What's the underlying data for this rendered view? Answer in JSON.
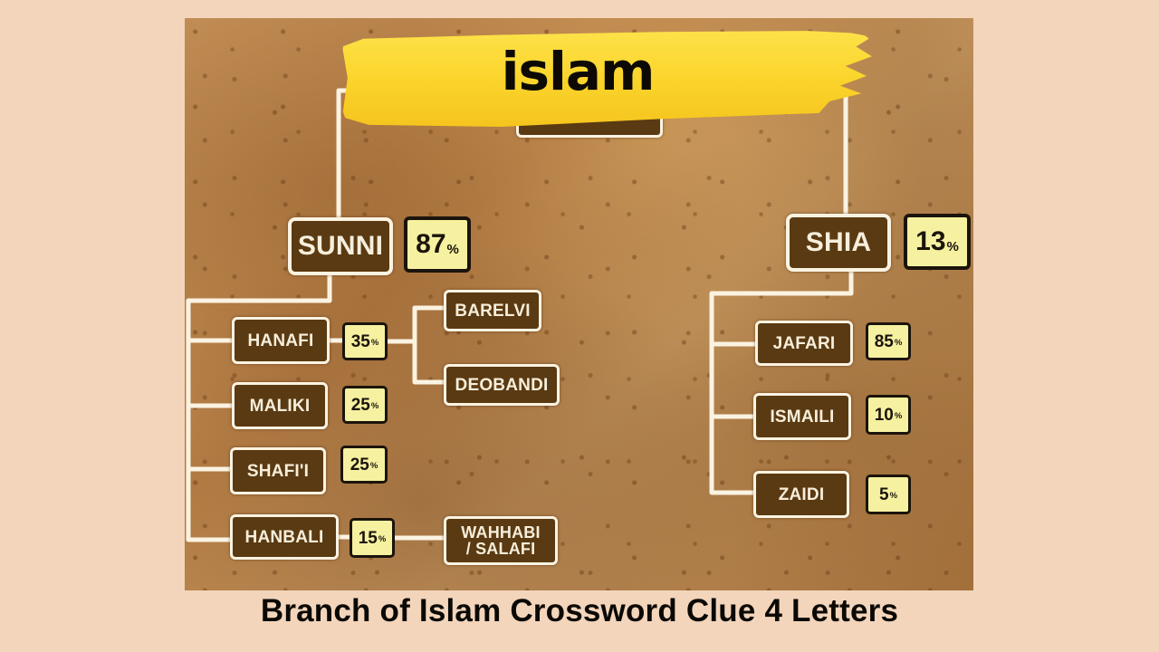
{
  "banner": {
    "title": "islam",
    "color": "#fbd52c"
  },
  "caption": {
    "text": "Branch of Islam Crossword Clue 4 Letters"
  },
  "diagram": {
    "root": {
      "label": ""
    },
    "branches": [
      {
        "name": "SUNNI",
        "percent": "87",
        "children": [
          {
            "name": "HANAFI",
            "percent": "35",
            "sub": [
              "BARELVI",
              "DEOBANDI"
            ]
          },
          {
            "name": "MALIKI",
            "percent": "25",
            "sub": []
          },
          {
            "name": "SHAFI'I",
            "percent": "25",
            "sub": []
          },
          {
            "name": "HANBALI",
            "percent": "15",
            "sub": [
              "WAHHABI",
              "/ SALAFI"
            ]
          }
        ]
      },
      {
        "name": "SHIA",
        "percent": "13",
        "children": [
          {
            "name": "JAFARI",
            "percent": "85",
            "sub": []
          },
          {
            "name": "ISMAILI",
            "percent": "10",
            "sub": []
          },
          {
            "name": "ZAIDI",
            "percent": "5",
            "sub": []
          }
        ]
      }
    ],
    "percent_symbol": "%",
    "colors": {
      "node_fill": "#5a3a12",
      "node_border": "#fbf3e2",
      "percent_fill": "#f6f1a0",
      "percent_border": "#1b140c",
      "background": "#f3d5bb",
      "parchment": "#c08a52"
    }
  }
}
